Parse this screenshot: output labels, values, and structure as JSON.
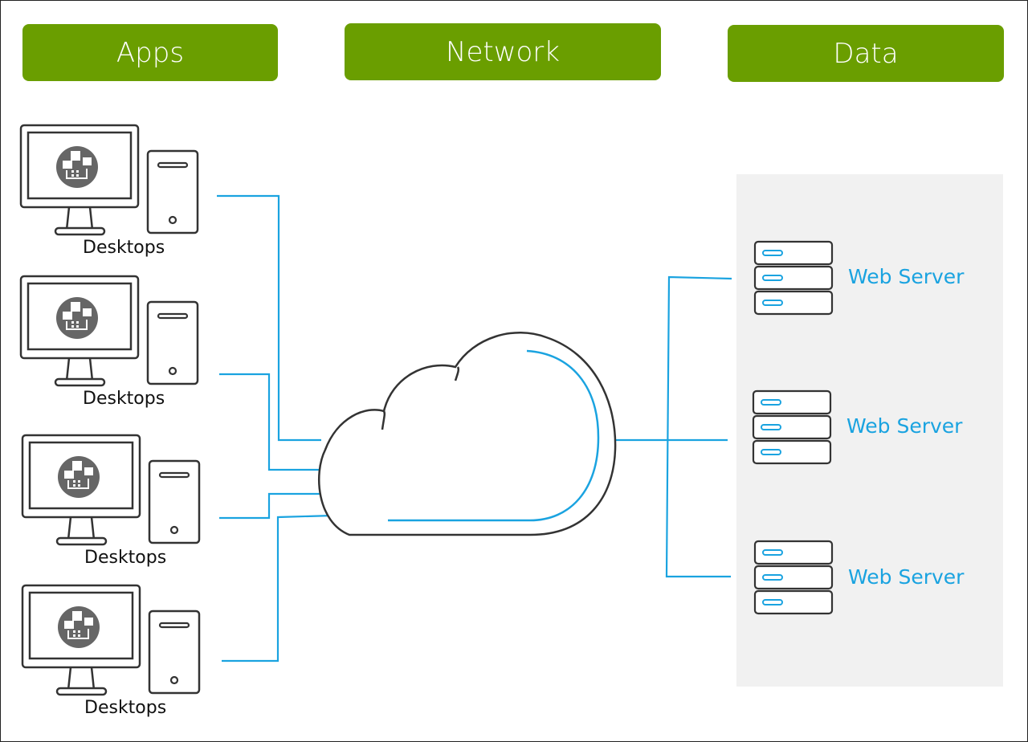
{
  "headers": {
    "apps": "Apps",
    "network": "Network",
    "data": "Data"
  },
  "desktops": [
    {
      "label": "Desktops",
      "icon": "desktop-computer-icon"
    },
    {
      "label": "Desktops",
      "icon": "desktop-computer-icon"
    },
    {
      "label": "Desktops",
      "icon": "desktop-computer-icon"
    },
    {
      "label": "Desktops",
      "icon": "desktop-computer-icon"
    }
  ],
  "network": {
    "icon": "cloud-icon"
  },
  "servers": [
    {
      "label": "Web Server",
      "icon": "server-rack-icon"
    },
    {
      "label": "Web Server",
      "icon": "server-rack-icon"
    },
    {
      "label": "Web Server",
      "icon": "server-rack-icon"
    }
  ],
  "colors": {
    "header_green": "#6a9e00",
    "connector_blue": "#1aa3e0",
    "outline": "#333333",
    "panel_gray": "#f1f1f1"
  }
}
